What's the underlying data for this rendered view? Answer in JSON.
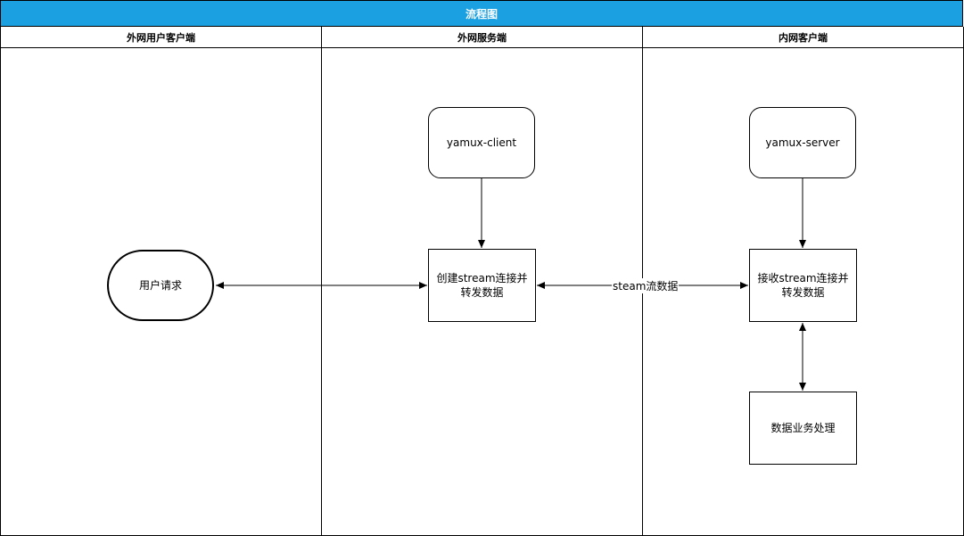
{
  "diagram": {
    "title": "流程图",
    "lanes": [
      {
        "name": "外网用户客户端"
      },
      {
        "name": "外网服务端"
      },
      {
        "name": "内网客户端"
      }
    ],
    "nodes": {
      "user_request": "用户请求",
      "yamux_client": "yamux-client",
      "create_stream": "创建stream连接并转发数据",
      "yamux_server": "yamux-server",
      "accept_stream": "接收stream连接并转发数据",
      "data_processing": "数据业务处理"
    },
    "edge_labels": {
      "stream_data": "steam流数据"
    },
    "colors": {
      "title_bar": "#1ba1e2",
      "line": "#000000"
    }
  }
}
